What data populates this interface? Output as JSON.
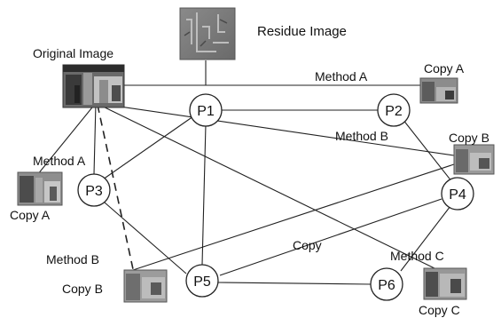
{
  "images": {
    "residue": {
      "label": "Residue Image"
    },
    "original": {
      "label": "Original Image"
    },
    "copy_a_top": {
      "label": "Copy A"
    },
    "copy_b_right": {
      "label": "Copy B"
    },
    "copy_a_left": {
      "label": "Copy A"
    },
    "copy_b_bottom": {
      "label": "Copy B"
    },
    "copy_c": {
      "label": "Copy C"
    }
  },
  "nodes": {
    "p1": "P1",
    "p2": "P2",
    "p3": "P3",
    "p4": "P4",
    "p5": "P5",
    "p6": "P6"
  },
  "edge_labels": {
    "method_a_top": "Method A",
    "method_b_right": "Method B",
    "method_a_left": "Method A",
    "method_b_left": "Method B",
    "copy_mid": "Copy",
    "method_c": "Method C"
  }
}
